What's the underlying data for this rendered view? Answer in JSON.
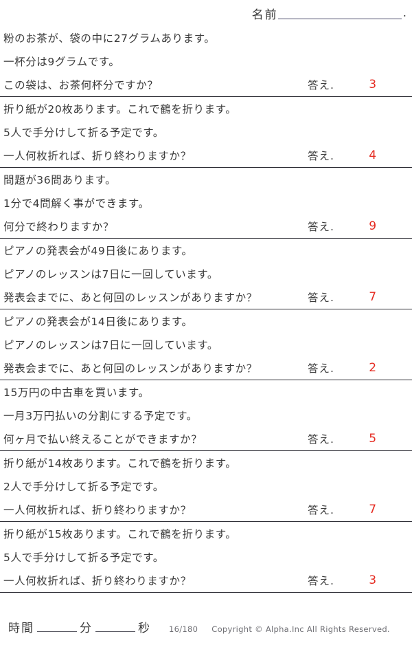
{
  "header": {
    "name_label": "名前",
    "name_value": "",
    "trailing_period": "."
  },
  "answer_label": "答え.",
  "answer_color": "#e52a20",
  "problems": [
    {
      "line1": "粉のお茶が、袋の中に27グラムあります。",
      "line2": "一杯分は9グラムです。",
      "question": "この袋は、お茶何杯分ですか？",
      "answer": "3"
    },
    {
      "line1": "折り紙が20枚あります。これで鶴を折ります。",
      "line2": "5人で手分けして折る予定です。",
      "question": "一人何枚折れば、折り終わりますか？",
      "answer": "4"
    },
    {
      "line1": "問題が36問あります。",
      "line2": "1分で4問解く事ができます。",
      "question": "何分で終わりますか？",
      "answer": "9"
    },
    {
      "line1": "ピアノの発表会が49日後にあります。",
      "line2": "ピアノのレッスンは7日に一回しています。",
      "question": "発表会までに、あと何回のレッスンがありますか？",
      "answer": "7"
    },
    {
      "line1": "ピアノの発表会が14日後にあります。",
      "line2": "ピアノのレッスンは7日に一回しています。",
      "question": "発表会までに、あと何回のレッスンがありますか？",
      "answer": "2"
    },
    {
      "line1": "15万円の中古車を買います。",
      "line2": "一月3万円払いの分割にする予定です。",
      "question": "何ヶ月で払い終えることができますか？",
      "answer": "5"
    },
    {
      "line1": "折り紙が14枚あります。これで鶴を折ります。",
      "line2": "2人で手分けして折る予定です。",
      "question": "一人何枚折れば、折り終わりますか？",
      "answer": "7"
    },
    {
      "line1": "折り紙が15枚あります。これで鶴を折ります。",
      "line2": "5人で手分けして折る予定です。",
      "question": "一人何枚折れば、折り終わりますか？",
      "answer": "3"
    }
  ],
  "footer": {
    "time_label": "時間",
    "minutes_unit": "分",
    "seconds_unit": "秒",
    "minutes_value": "",
    "seconds_value": "",
    "page_number": "16/180",
    "copyright": "Copyright © Alpha.Inc All Rights Reserved."
  }
}
